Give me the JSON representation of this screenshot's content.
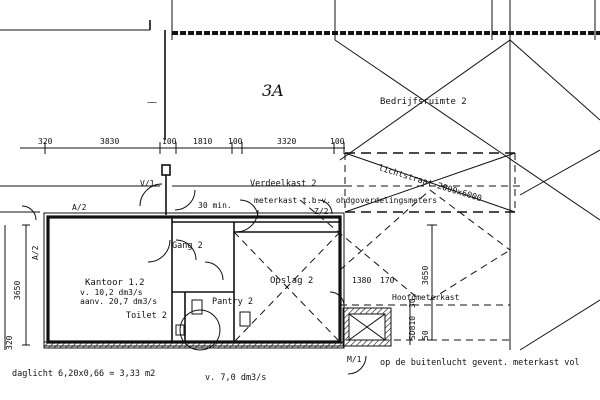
{
  "labels": {
    "unit_number": "3A",
    "bedrijfsruimte": "Bedrijfsruimte 2",
    "lichtstraat": "lichtstraat 2000x6000",
    "verdeelkast": "Verdeelkast 2",
    "meterkast": "meterkast t.b.v. ohdgoverdelingsmeters",
    "min30": "30 min.",
    "v1": "V/1",
    "z2": "Z/2",
    "a2_top": "A/2",
    "a2_left": "A/2",
    "gang": "Gang 2",
    "kantoor": "Kantoor 1.2",
    "kantoor_v": "v. 10,2 dm3/s",
    "kantoor_aanv": "aanv. 20,7 dm3/s",
    "pantry": "Pantry 2",
    "toilet": "Toilet 2",
    "opslag": "Opslag 2",
    "hoofdmeterkast": "Hoofdmeterkast",
    "m1": "M/1",
    "buitenlucht": "op de buitenlucht gevent. meterkast vol",
    "daglicht": "daglicht 6,20x0,66 = 3,33 m2",
    "v_bottom": "v. 7,0 dm3/s"
  },
  "dimensions": {
    "top": [
      "320",
      "3830",
      "100",
      "1810",
      "100",
      "3320",
      "100"
    ],
    "opslag_width": [
      "1380",
      "170"
    ],
    "left_height": [
      "3650",
      "320"
    ],
    "right_height": [
      "3650",
      "50"
    ],
    "right_small": [
      "SD810",
      "30"
    ]
  }
}
